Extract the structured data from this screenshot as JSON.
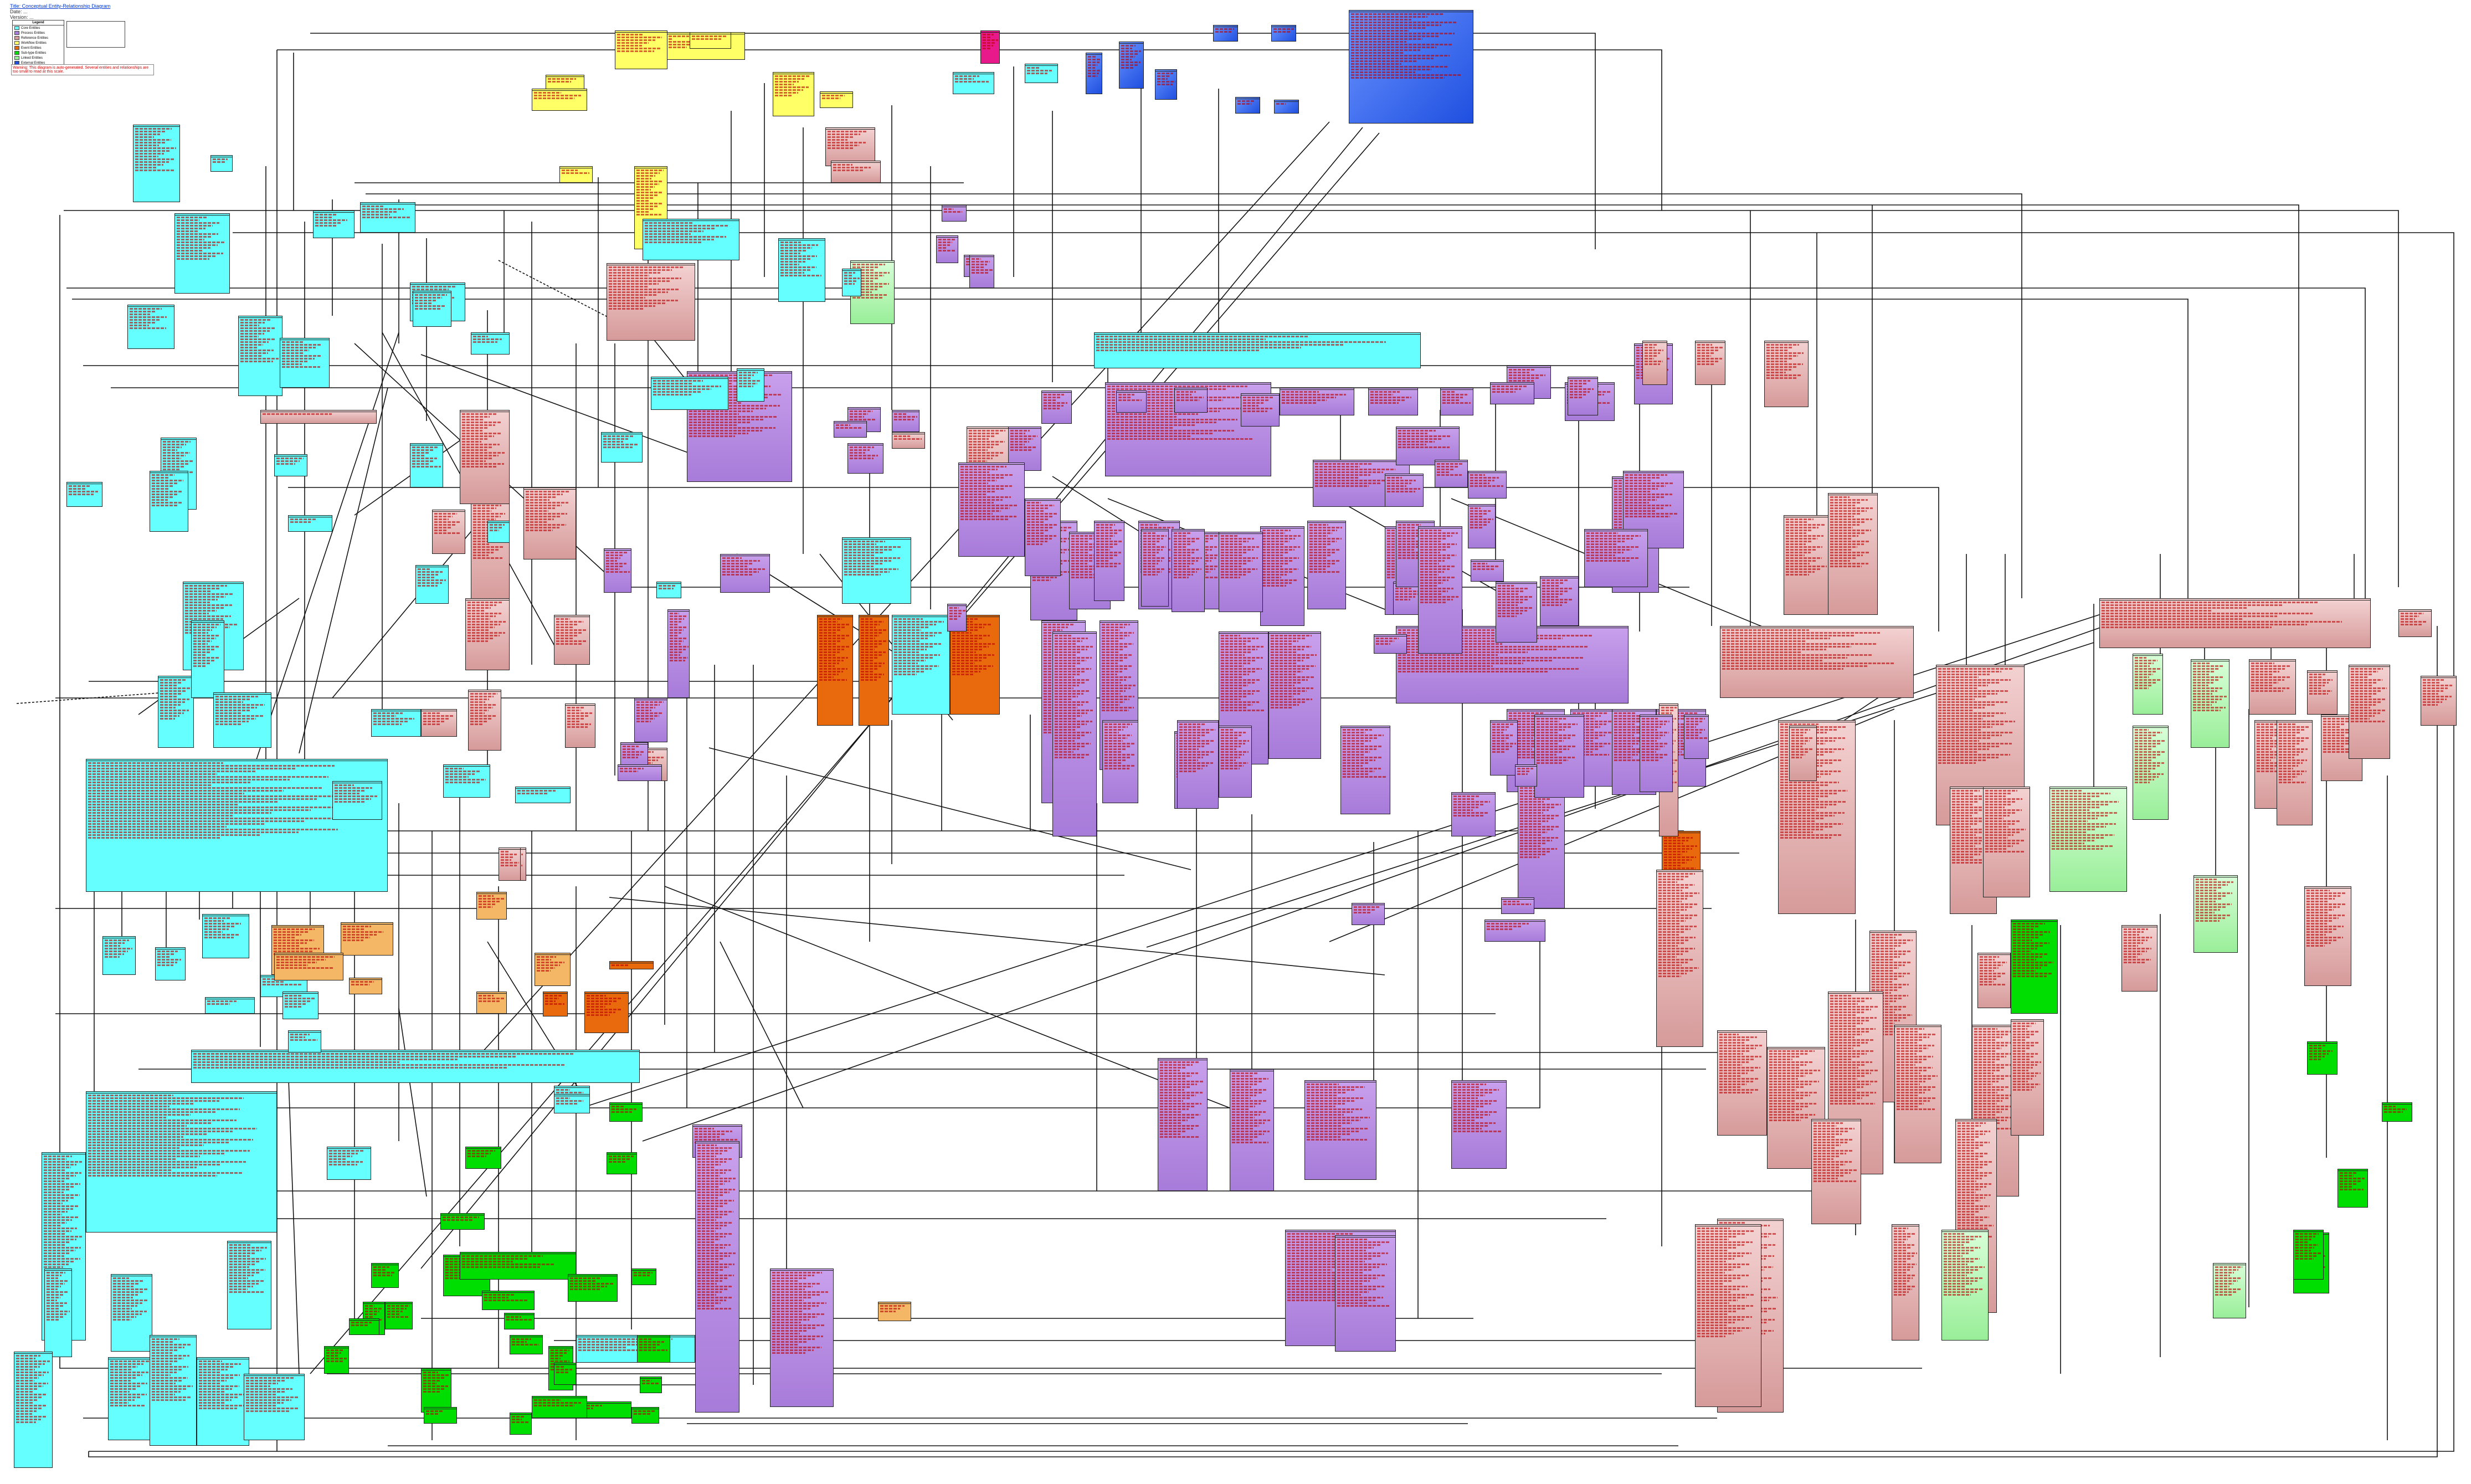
{
  "header": {
    "line1": "Title: Conceptual Entity-Relationship Diagram",
    "line2": "Date: ...",
    "line3": "Version: ..."
  },
  "legend": {
    "title": "Legend",
    "entries": [
      {
        "label": "Core Entities",
        "color": "#66ffff"
      },
      {
        "label": "Process Entities",
        "color": "#a77bd9"
      },
      {
        "label": "Reference Entities",
        "color": "#d69a9a"
      },
      {
        "label": "Workflow Entities",
        "color": "#ffff66"
      },
      {
        "label": "Event Entities",
        "color": "#e86a0c"
      },
      {
        "label": "Sub-type Entities",
        "color": "#00dd00"
      },
      {
        "label": "Linked Entities",
        "color": "#99ee99"
      },
      {
        "label": "External Entities",
        "color": "#1f4fe0"
      }
    ]
  },
  "warning_text": "Warning: This diagram is auto-generated. Several entities and relationships are too small to read at this scale.",
  "colors": {
    "cyan": "#66ffff",
    "purple": "#a77bd9",
    "rose": "#d69a9a",
    "yellow": "#ffff66",
    "orange": "#e86a0c",
    "green": "#00dd00",
    "light_green": "#99ee99",
    "blue": "#1f4fe0",
    "pink": "#e8198b",
    "tan": "#f3b766",
    "line": "#111111"
  }
}
